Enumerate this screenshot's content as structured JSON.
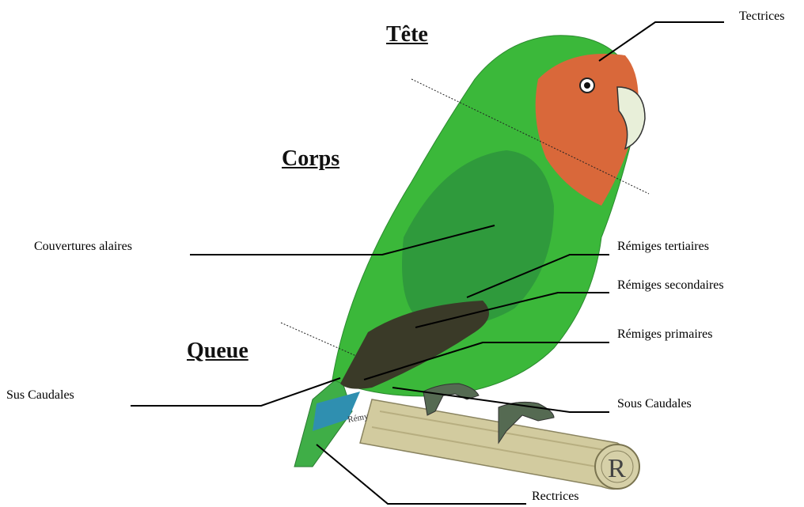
{
  "sections": {
    "head": "Tête",
    "body": "Corps",
    "tail": "Queue"
  },
  "labels": {
    "tectrices": "Tectrices",
    "couvertures_alaires": "Couvertures alaires",
    "remiges_tertiaires": "Rémiges tertiaires",
    "remiges_secondaires": "Rémiges secondaires",
    "remiges_primaires": "Rémiges primaires",
    "sus_caudales": "Sus Caudales",
    "sous_caudales": "Sous Caudales",
    "rectrices": "Rectrices"
  },
  "signature": "Rémy",
  "perch_mark": "R",
  "colors": {
    "plumage_green": "#3bb83a",
    "wing_green": "#2f9a3c",
    "face_orange": "#d9683a",
    "beak": "#e8efd9",
    "flight_feathers": "#3a3a28",
    "rump_blue": "#2f8fb0",
    "perch": "#cfc79a"
  }
}
